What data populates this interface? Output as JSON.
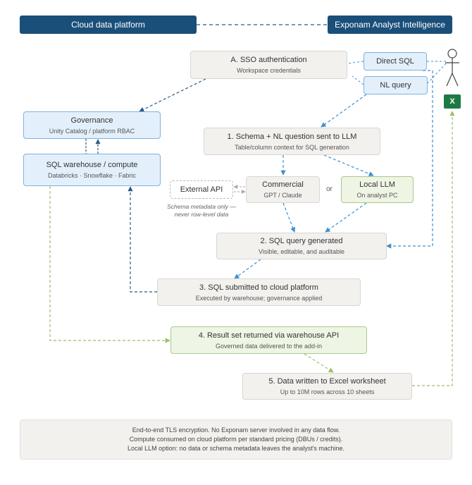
{
  "header": {
    "left": "Cloud data platform",
    "right": "Exponam Analyst Intelligence"
  },
  "sso": {
    "title": "A. SSO authentication",
    "subtitle": "Workspace credentials"
  },
  "direct_sql": {
    "title": "Direct SQL"
  },
  "nl_query": {
    "title": "NL query"
  },
  "excel_icon": {
    "label": "X",
    "icon": "excel-icon"
  },
  "person_icon": "stick-figure-user-icon",
  "governance": {
    "title": "Governance",
    "subtitle": "Unity Catalog / platform RBAC"
  },
  "warehouse": {
    "title": "SQL warehouse / compute",
    "subtitle": "Databricks · Snowflake · Fabric"
  },
  "step1": {
    "title": "1. Schema + NL question sent to LLM",
    "subtitle": "Table/column context for SQL generation"
  },
  "external_api": {
    "title": "External API"
  },
  "commercial": {
    "title": "Commercial",
    "subtitle": "GPT / Claude"
  },
  "or_label": "or",
  "local_llm": {
    "title": "Local LLM",
    "subtitle": "On analyst PC"
  },
  "schema_note": {
    "line1": "Schema metadata only —",
    "line2": "never row-level data"
  },
  "step2": {
    "title": "2. SQL query generated",
    "subtitle": "Visible, editable, and auditable"
  },
  "step3": {
    "title": "3. SQL submitted to cloud platform",
    "subtitle": "Executed by warehouse; governance applied"
  },
  "step4": {
    "title": "4. Result set returned via warehouse API",
    "subtitle": "Governed data delivered to the add-in"
  },
  "step5": {
    "title": "5. Data written to Excel worksheet",
    "subtitle": "Up to 10M rows across 10 sheets"
  },
  "footer": {
    "line1": "End-to-end TLS encryption. No Exponam server involved in any data flow.",
    "line2": "Compute consumed on cloud platform per standard pricing (DBUs / credits).",
    "line3": "Local LLM option: no data or schema metadata leaves the analyst's machine."
  },
  "colors": {
    "navy": "#1a4f7a",
    "blue_link": "#3c8fcf",
    "navy_link": "#2b5a85",
    "green_link": "#9bbf6b",
    "excel": "#1e7a44"
  }
}
